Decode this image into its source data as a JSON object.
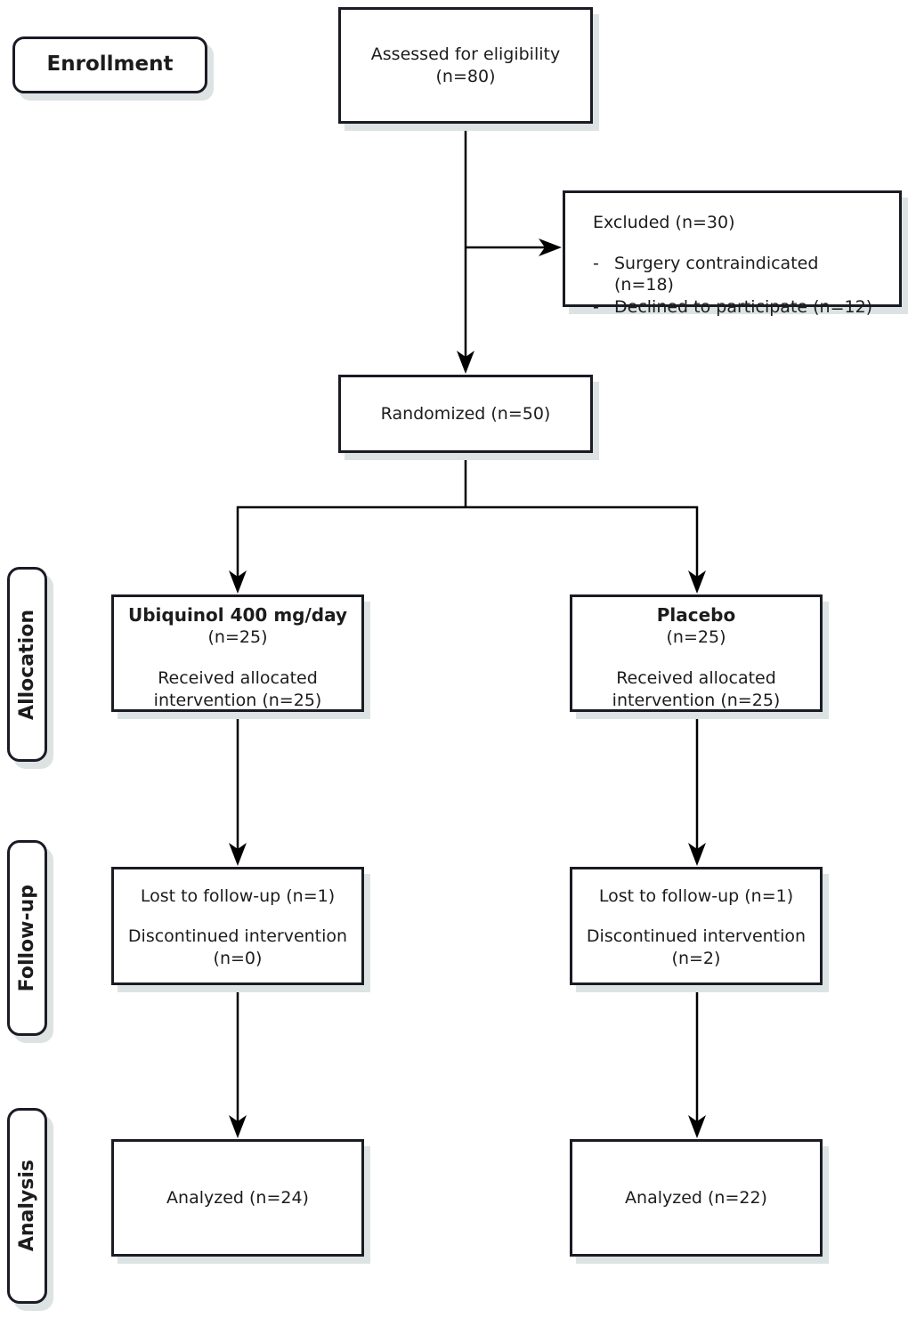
{
  "stages": {
    "enrollment": "Enrollment",
    "allocation": "Allocation",
    "followup": "Follow-up",
    "analysis": "Analysis"
  },
  "assessed": {
    "line1": "Assessed for eligibility",
    "line2": "(n=80)"
  },
  "excluded": {
    "title": "Excluded (n=30)",
    "bullet": "-",
    "items": [
      "Surgery contraindicated (n=18)",
      "Declined to participate (n=12)"
    ]
  },
  "randomized": {
    "label": "Randomized (n=50)"
  },
  "arms": {
    "left": {
      "title": "Ubiquinol 400 mg/day",
      "n": "(n=25)",
      "body_line1": "Received allocated",
      "body_line2": "intervention (n=25)"
    },
    "right": {
      "title": "Placebo",
      "n": "(n=25)",
      "body_line1": "Received allocated",
      "body_line2": "intervention (n=25)"
    }
  },
  "followup": {
    "left": {
      "line1": "Lost to follow-up (n=1)",
      "line2": "Discontinued intervention",
      "line3": "(n=0)"
    },
    "right": {
      "line1": "Lost to follow-up (n=1)",
      "line2": "Discontinued intervention",
      "line3": "(n=2)"
    }
  },
  "analysis": {
    "left": {
      "label": "Analyzed (n=24)"
    },
    "right": {
      "label": "Analyzed (n=22)"
    }
  },
  "colors": {
    "box_border": "#1b1b26",
    "box_shadow": "#dde3e3",
    "text": "#1c1c1c",
    "connector": "#000000",
    "background": "#ffffff"
  }
}
